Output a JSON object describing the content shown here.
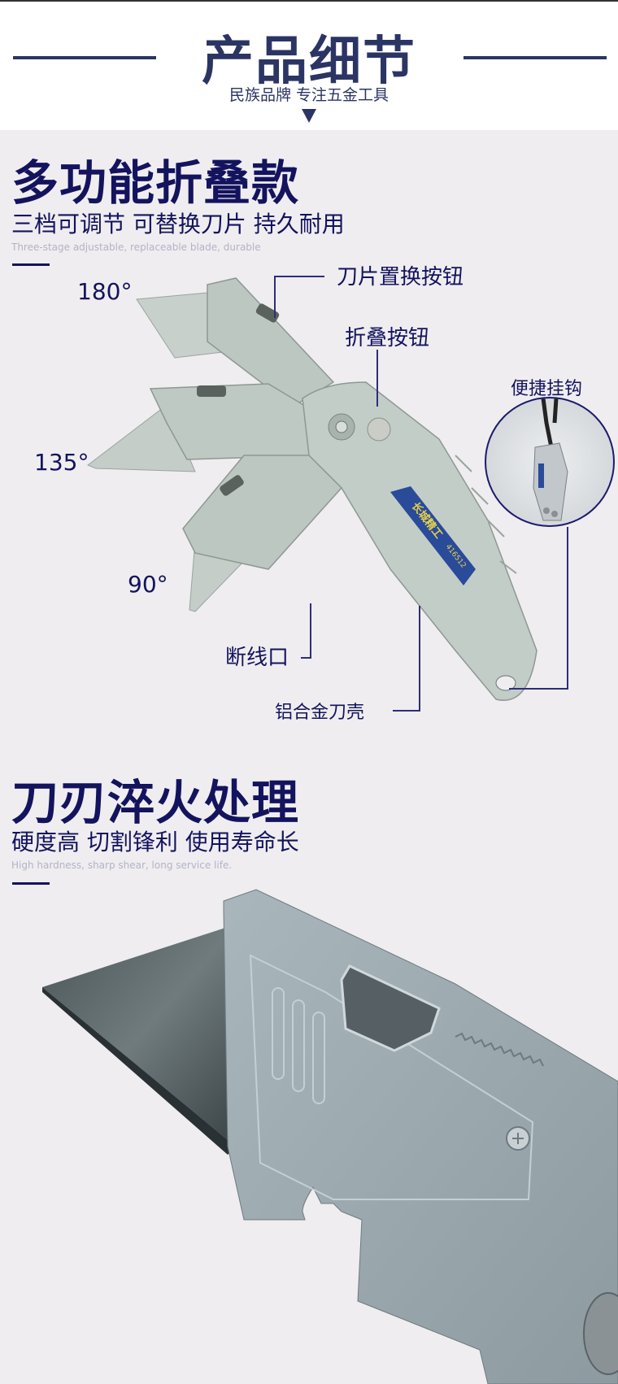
{
  "header": {
    "title": "产品细节",
    "subtitle": "民族品牌 专注五金工具",
    "accent_color": "#2b3564"
  },
  "section1": {
    "title": "多功能折叠款",
    "subtitle": "三档可调节 可替换刀片 持久耐用",
    "english": "Three-stage adjustable, replaceable blade, durable",
    "angles": [
      "180°",
      "135°",
      "90°"
    ],
    "callouts": {
      "blade_replace_button": "刀片置换按钮",
      "fold_button": "折叠按钮",
      "hook": "便捷挂钩",
      "wire_cutter": "断线口",
      "alloy_shell": "铝合金刀壳"
    },
    "knife_label": {
      "brand": "长城精工",
      "model": "416512"
    }
  },
  "section2": {
    "title": "刀刃淬火处理",
    "subtitle": "硬度高 切割锋利 使用寿命长",
    "english": "High hardness, sharp shear, long service life."
  },
  "colors": {
    "text_navy": "#13135e",
    "background": "#efedef",
    "knife_body": "#b9c4c0",
    "label_blue": "#2a4a9a",
    "label_yellow": "#e6d24a"
  }
}
